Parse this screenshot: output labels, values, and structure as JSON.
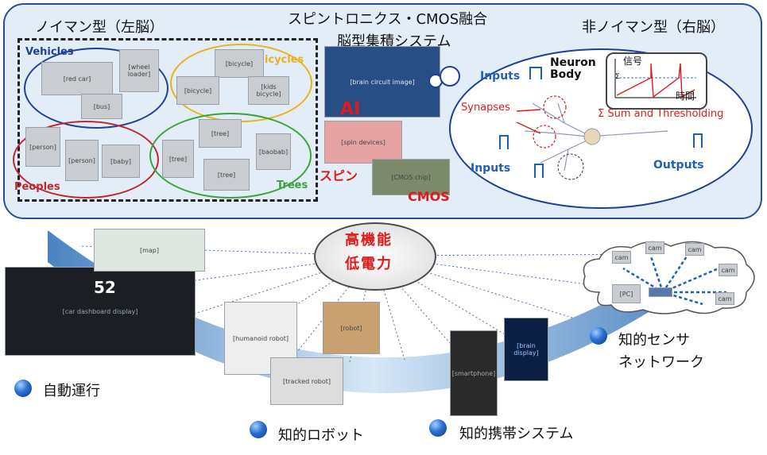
{
  "top": {
    "left_title": "ノイマン型（左脳）",
    "center_title_1": "スピントロニクス・CMOS融合",
    "center_title_2": "脳型集積システム",
    "right_title": "非ノイマン型（右脳）",
    "ai_label": "AI",
    "spin_label": "スピン",
    "cmos_label": "CMOS"
  },
  "categories": {
    "vehicles": "Vehicles",
    "bicycles": "Bicycles",
    "peoples": "Peoples",
    "trees": "Trees"
  },
  "neuron": {
    "inputs_top": "Inputs",
    "inputs_bottom": "Inputs",
    "neuron_body": "Neuron\nBody",
    "synapses": "Synapses",
    "sum_threshold": "Σ Sum and Thresholding",
    "outputs": "Outputs",
    "signal": "信号",
    "time": "時間",
    "sigma_axis": "Σ"
  },
  "center": {
    "line1": "高機能",
    "line2": "低電力"
  },
  "applications": {
    "auto_driving": "自動運行",
    "robot": "知的ロボット",
    "mobile": "知的携帯システム",
    "sensor_1": "知的センサ",
    "sensor_2": "ネットワーク"
  },
  "dashboard": {
    "speed": "52"
  },
  "colors": {
    "panel_border": "#2a4f9a",
    "vehicles": "#1f3f99",
    "bicycles": "#e6b21e",
    "peoples": "#c0272d",
    "trees": "#3aa33a",
    "accent_red": "#e01a1a",
    "accent_blue": "#1f5fb5"
  }
}
